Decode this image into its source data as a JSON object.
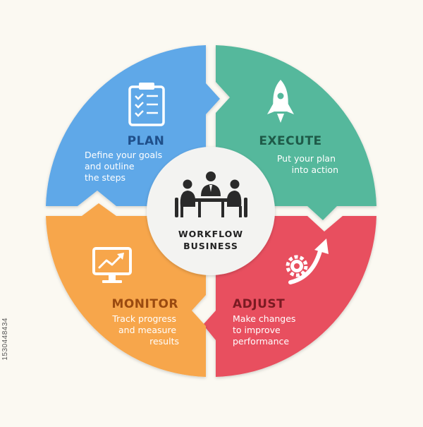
{
  "center": {
    "line1": "WORKFLOW",
    "line2": "BUSINESS",
    "icon": "meeting-table-icon"
  },
  "segments": {
    "plan": {
      "title": "PLAN",
      "desc": [
        "Define your goals",
        "and outline",
        "the steps"
      ],
      "color": "#5ea8e8",
      "title_color": "#1f4f8a",
      "icon": "clipboard-checklist-icon"
    },
    "execute": {
      "title": "EXECUTE",
      "desc": [
        "Put your plan",
        "into action"
      ],
      "color": "#54b89c",
      "title_color": "#1e5a48",
      "icon": "rocket-icon"
    },
    "adjust": {
      "title": "ADJUST",
      "desc": [
        "Make changes",
        "to improve",
        "performance"
      ],
      "color": "#e8505e",
      "title_color": "#7a1a22",
      "icon": "gear-arrow-icon"
    },
    "monitor": {
      "title": "MONITOR",
      "desc": [
        "Track progress",
        "and measure",
        "results"
      ],
      "color": "#f7a64c",
      "title_color": "#9a4a10",
      "icon": "monitor-chart-icon"
    }
  },
  "stock_id": "1530448434"
}
